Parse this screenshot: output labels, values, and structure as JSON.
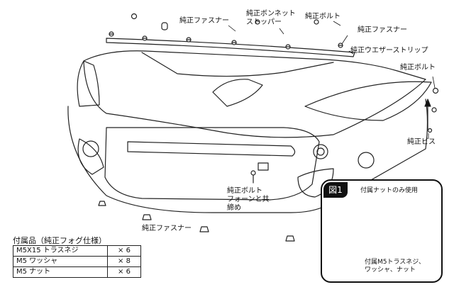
{
  "labels": {
    "fastener_top": "純正ファスナー",
    "bonnet_stopper": "純正ボンネット\nストッパー",
    "bolt_top": "純正ボルト",
    "fastener_right": "純正ファスナー",
    "weatherstrip": "純正ウエザーストリップ",
    "bolt_right": "純正ボルト",
    "screw": "純正ビス",
    "bolt_bottom": "純正ボルト\nフォーンと共\n締め",
    "fastener_bottom": "純正ファスナー"
  },
  "inset": {
    "badge": "図1",
    "nut_label": "付属ナットのみ使用",
    "hardware_label": "付属M5トラスネジ、\nワッシャ、ナット"
  },
  "parts": {
    "title": "付属品（純正フォグ仕様）",
    "rows": [
      {
        "name": "M5X15 トラスネジ",
        "qty": "× 6"
      },
      {
        "name": "M5 ワッシャ",
        "qty": "× 8"
      },
      {
        "name": "M5 ナット",
        "qty": "× 6"
      }
    ]
  }
}
